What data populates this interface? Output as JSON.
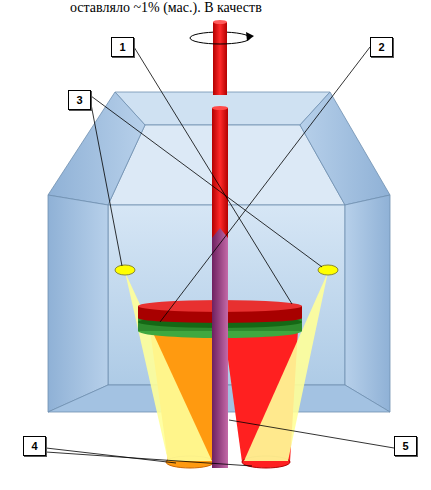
{
  "diagram": {
    "nodes": [
      {
        "text": [
          "1"
        ]
      },
      {
        "text": [
          "2"
        ]
      },
      {
        "text": [
          "3"
        ]
      },
      {
        "text": [
          "4"
        ]
      },
      {
        "text": [
          "5"
        ]
      }
    ],
    "labels": [
      "оставляло ~1% (мас.). В качеств"
    ]
  }
}
